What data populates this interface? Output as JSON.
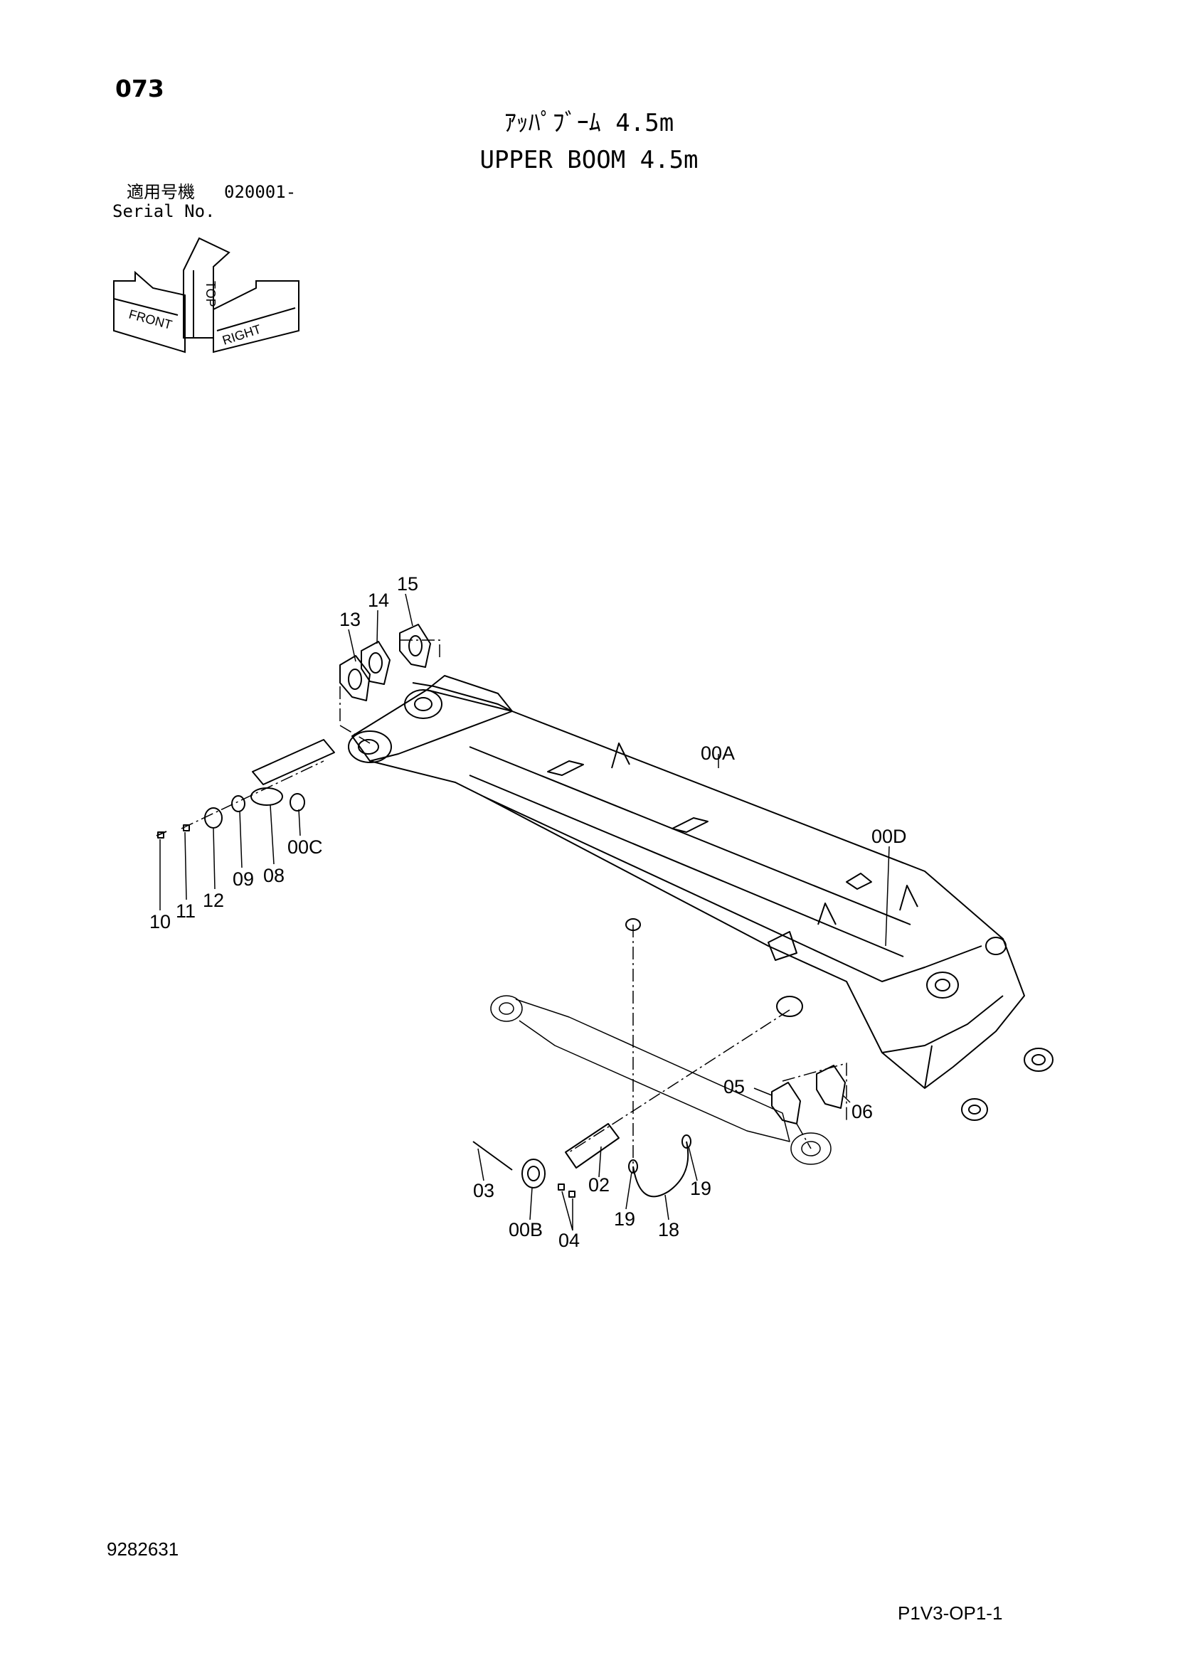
{
  "header": {
    "page_number": "073",
    "title_jp": "ｱｯﾊﾟﾌﾞｰﾑ 4.5m",
    "title_en": "UPPER BOOM 4.5m"
  },
  "serial": {
    "label_jp": "適用号機",
    "value": "020001-",
    "label_en": "Serial No."
  },
  "orientation": {
    "front": "FRONT",
    "top": "TOP",
    "right": "RIGHT"
  },
  "parts": {
    "p13": "13",
    "p14": "14",
    "p15": "15",
    "p00A": "00A",
    "p00D": "00D",
    "p00C": "00C",
    "p08": "08",
    "p09": "09",
    "p12": "12",
    "p11": "11",
    "p10": "10",
    "p05": "05",
    "p06": "06",
    "p03": "03",
    "p02": "02",
    "p19a": "19",
    "p19b": "19",
    "p18": "18",
    "p00B": "00B",
    "p04": "04"
  },
  "footer": {
    "doc_id": "9282631",
    "page_code": "P1V3-OP1-1"
  }
}
